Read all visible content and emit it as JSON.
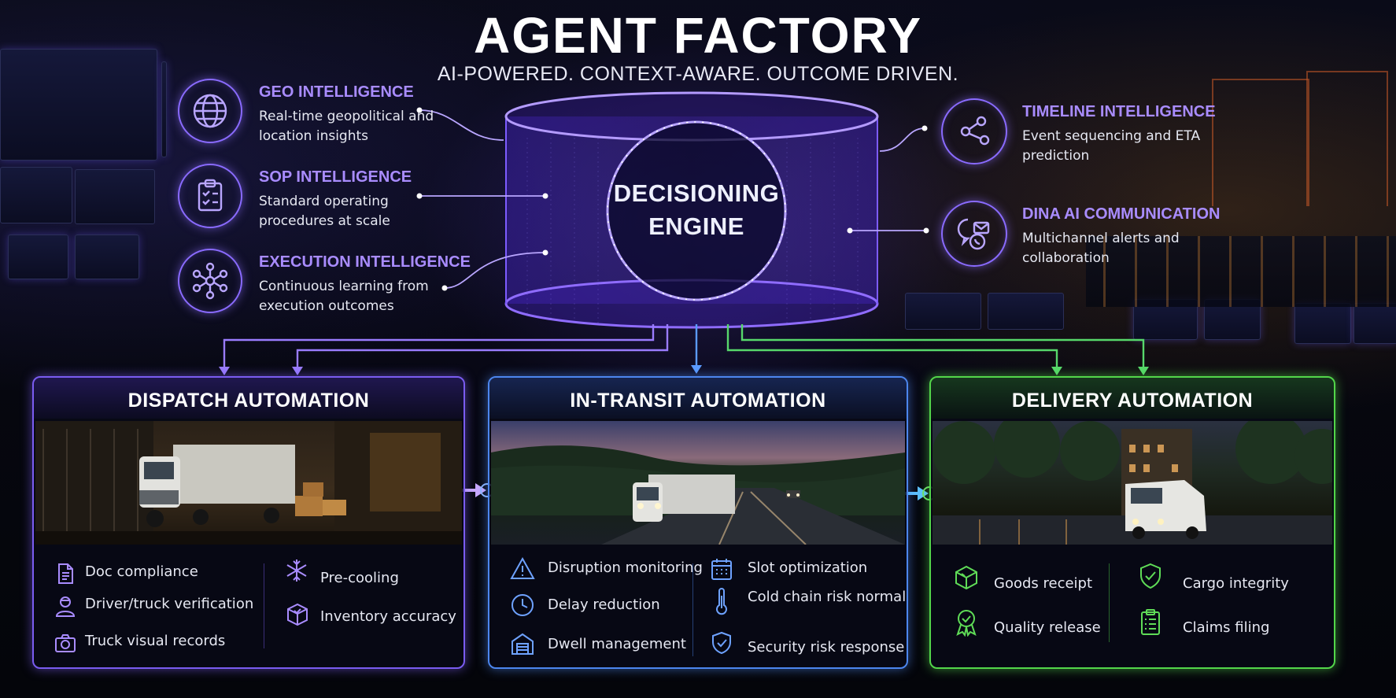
{
  "title": "AGENT FACTORY",
  "subtitle": "AI-POWERED. CONTEXT-AWARE. OUTCOME DRIVEN.",
  "engine": {
    "line1": "DECISIONING",
    "line2": "ENGINE"
  },
  "left_intelligence": [
    {
      "icon": "globe-icon",
      "title": "GEO INTELLIGENCE",
      "description": "Real-time geopolitical and location insights"
    },
    {
      "icon": "clipboard-checklist-icon",
      "title": "SOP INTELLIGENCE",
      "description": "Standard operating procedures at scale"
    },
    {
      "icon": "network-nodes-icon",
      "title": "EXECUTION INTELLIGENCE",
      "description": "Continuous learning from execution outcomes"
    }
  ],
  "right_intelligence": [
    {
      "icon": "share-nodes-icon",
      "title": "TIMELINE INTELLIGENCE",
      "description": "Event sequencing and ETA prediction"
    },
    {
      "icon": "chat-mail-icon",
      "title": "DINA AI COMMUNICATION",
      "description": "Multichannel alerts and collaboration"
    }
  ],
  "panels": {
    "dispatch": {
      "title": "DISPATCH AUTOMATION",
      "color": "#7a5cf0",
      "photo": "truck-in-warehouse-photo",
      "col1": [
        {
          "icon": "document-icon",
          "label": "Doc compliance"
        },
        {
          "icon": "driver-icon",
          "label": "Driver/truck verification"
        },
        {
          "icon": "camera-icon",
          "label": "Truck visual records"
        }
      ],
      "col2": [
        {
          "icon": "snowflake-icon",
          "label": "Pre-cooling"
        },
        {
          "icon": "box-icon",
          "label": "Inventory accuracy"
        }
      ]
    },
    "transit": {
      "title": "IN-TRANSIT AUTOMATION",
      "color": "#4c86ee",
      "photo": "truck-on-highway-photo",
      "col1": [
        {
          "icon": "warning-icon",
          "label": "Disruption monitoring"
        },
        {
          "icon": "clock-icon",
          "label": "Delay reduction"
        },
        {
          "icon": "garage-icon",
          "label": "Dwell management"
        }
      ],
      "col2": [
        {
          "icon": "calendar-icon",
          "label": "Slot optimization"
        },
        {
          "icon": "thermometer-icon",
          "label": "Cold chain risk normalization"
        },
        {
          "icon": "shield-check-icon",
          "label": "Security risk response"
        }
      ]
    },
    "delivery": {
      "title": "DELIVERY AUTOMATION",
      "color": "#53d64a",
      "photo": "van-in-city-street-photo",
      "col1": [
        {
          "icon": "package-check-icon",
          "label": "Goods receipt"
        },
        {
          "icon": "award-icon",
          "label": "Quality release"
        }
      ],
      "col2": [
        {
          "icon": "shield-check-icon",
          "label": "Cargo integrity"
        },
        {
          "icon": "clipboard-list-icon",
          "label": "Claims filing"
        }
      ]
    }
  }
}
